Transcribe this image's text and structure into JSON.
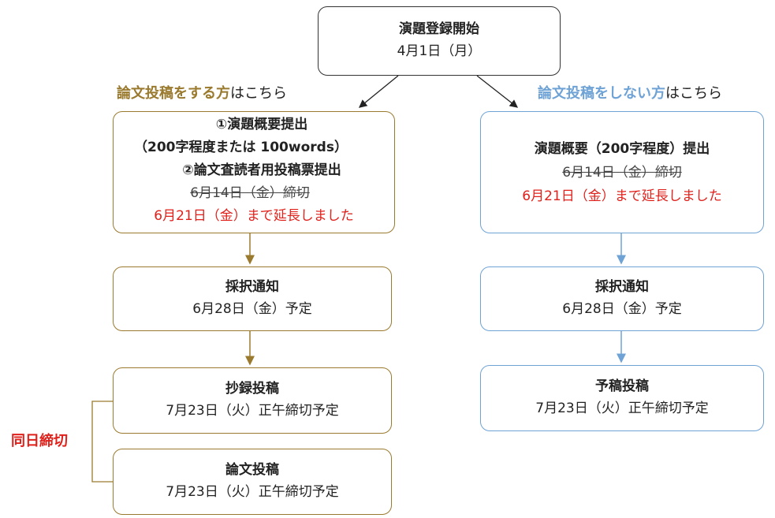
{
  "colors": {
    "gold": "#9a7a2e",
    "blue": "#6fa3d6",
    "red": "#e0201a"
  },
  "top": {
    "title": "演題登録開始",
    "date": "4月1日（月）"
  },
  "left_header": {
    "highlight": "論文投稿をする方",
    "suffix": "はこちら"
  },
  "right_header": {
    "highlight": "論文投稿をしない方",
    "suffix": "はこちら"
  },
  "left_submit": {
    "item1": "①演題概要提出",
    "item1_note": "（200字程度または 100words）",
    "item2": "②論文査読者用投稿票提出",
    "old_deadline": "6月14日（金）締切",
    "new_deadline": "6月21日（金）まで延長しました"
  },
  "left_accept": {
    "title": "採択通知",
    "date": "6月28日（金）予定"
  },
  "left_abstract": {
    "title": "抄録投稿",
    "date": "7月23日（火）正午締切予定"
  },
  "left_paper": {
    "title": "論文投稿",
    "date": "7月23日（火）正午締切予定"
  },
  "same_day": "同日締切",
  "right_submit": {
    "title": "演題概要（200字程度）提出",
    "old_deadline": "6月14日（金）締切",
    "new_deadline": "6月21日（金）まで延長しました"
  },
  "right_accept": {
    "title": "採択通知",
    "date": "6月28日（金）予定"
  },
  "right_draft": {
    "title": "予稿投稿",
    "date": "7月23日（火）正午締切予定"
  }
}
